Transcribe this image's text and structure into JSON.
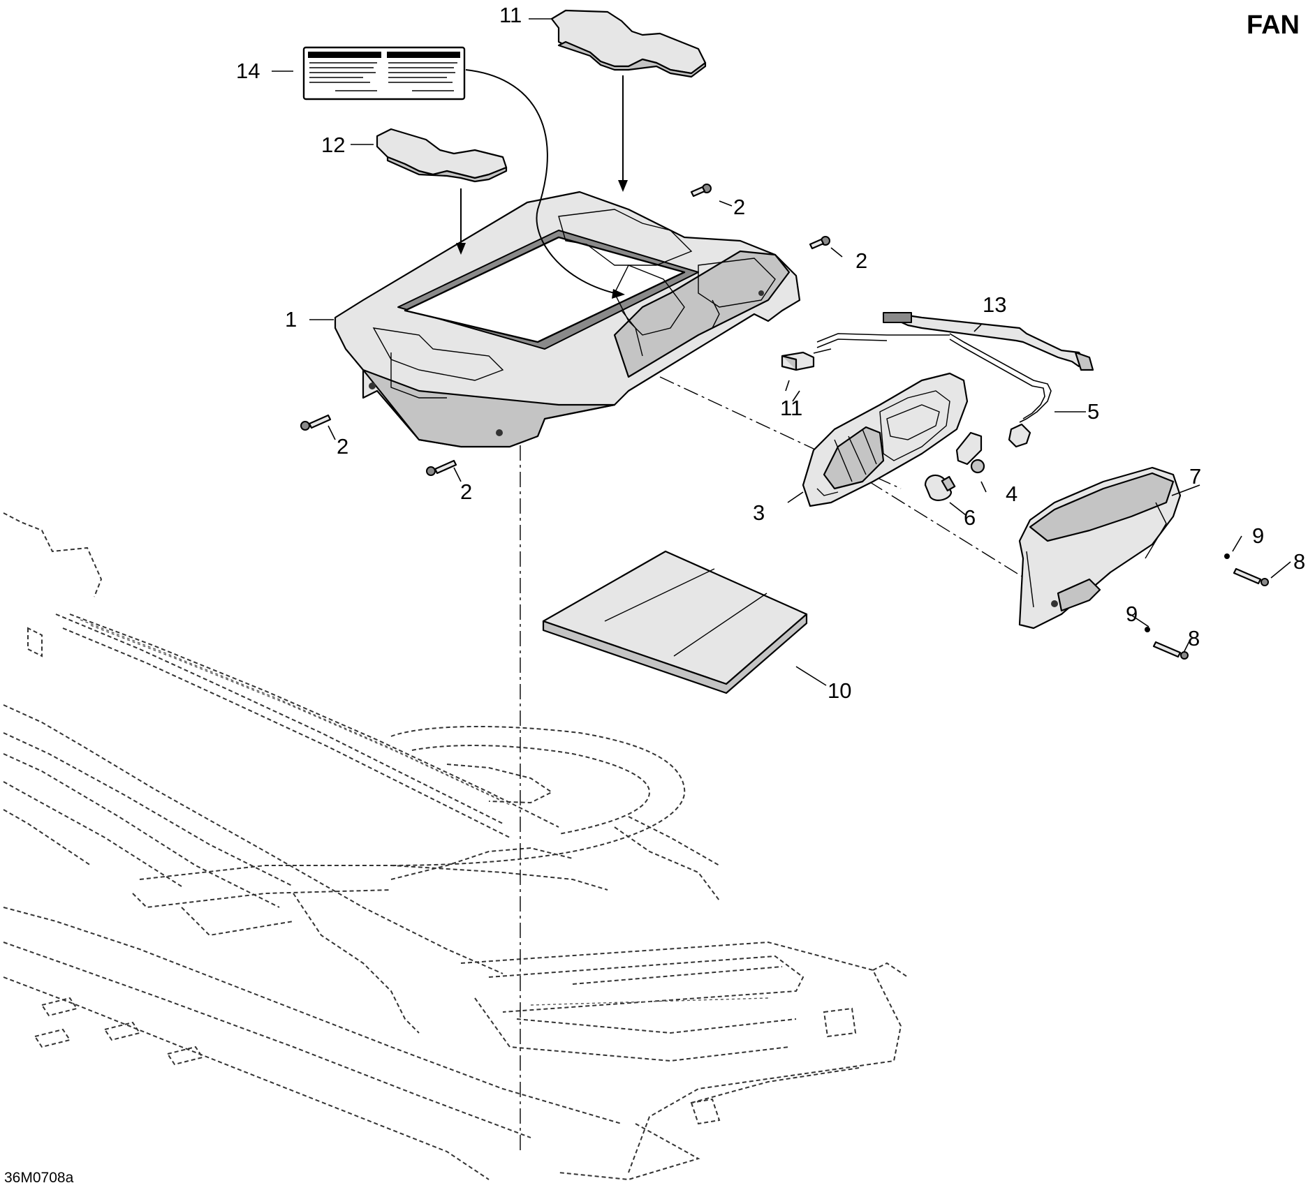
{
  "header": {
    "model": "FAN"
  },
  "footer": {
    "figure_id": "36M0708a"
  },
  "callouts": [
    {
      "id": "callout-1",
      "label": "1"
    },
    {
      "id": "callout-2a",
      "label": "2"
    },
    {
      "id": "callout-2b",
      "label": "2"
    },
    {
      "id": "callout-2c",
      "label": "2"
    },
    {
      "id": "callout-2d",
      "label": "2"
    },
    {
      "id": "callout-3",
      "label": "3"
    },
    {
      "id": "callout-4",
      "label": "4"
    },
    {
      "id": "callout-5",
      "label": "5"
    },
    {
      "id": "callout-6",
      "label": "6"
    },
    {
      "id": "callout-7",
      "label": "7"
    },
    {
      "id": "callout-8a",
      "label": "8"
    },
    {
      "id": "callout-8b",
      "label": "8"
    },
    {
      "id": "callout-9a",
      "label": "9"
    },
    {
      "id": "callout-9b",
      "label": "9"
    },
    {
      "id": "callout-10",
      "label": "10"
    },
    {
      "id": "callout-11a",
      "label": "11"
    },
    {
      "id": "callout-11b",
      "label": "11"
    },
    {
      "id": "callout-12",
      "label": "12"
    },
    {
      "id": "callout-13",
      "label": "13"
    },
    {
      "id": "callout-14",
      "label": "14"
    }
  ],
  "colors": {
    "line": "#000000",
    "background": "#ffffff",
    "shade": "#c4c4c4"
  }
}
